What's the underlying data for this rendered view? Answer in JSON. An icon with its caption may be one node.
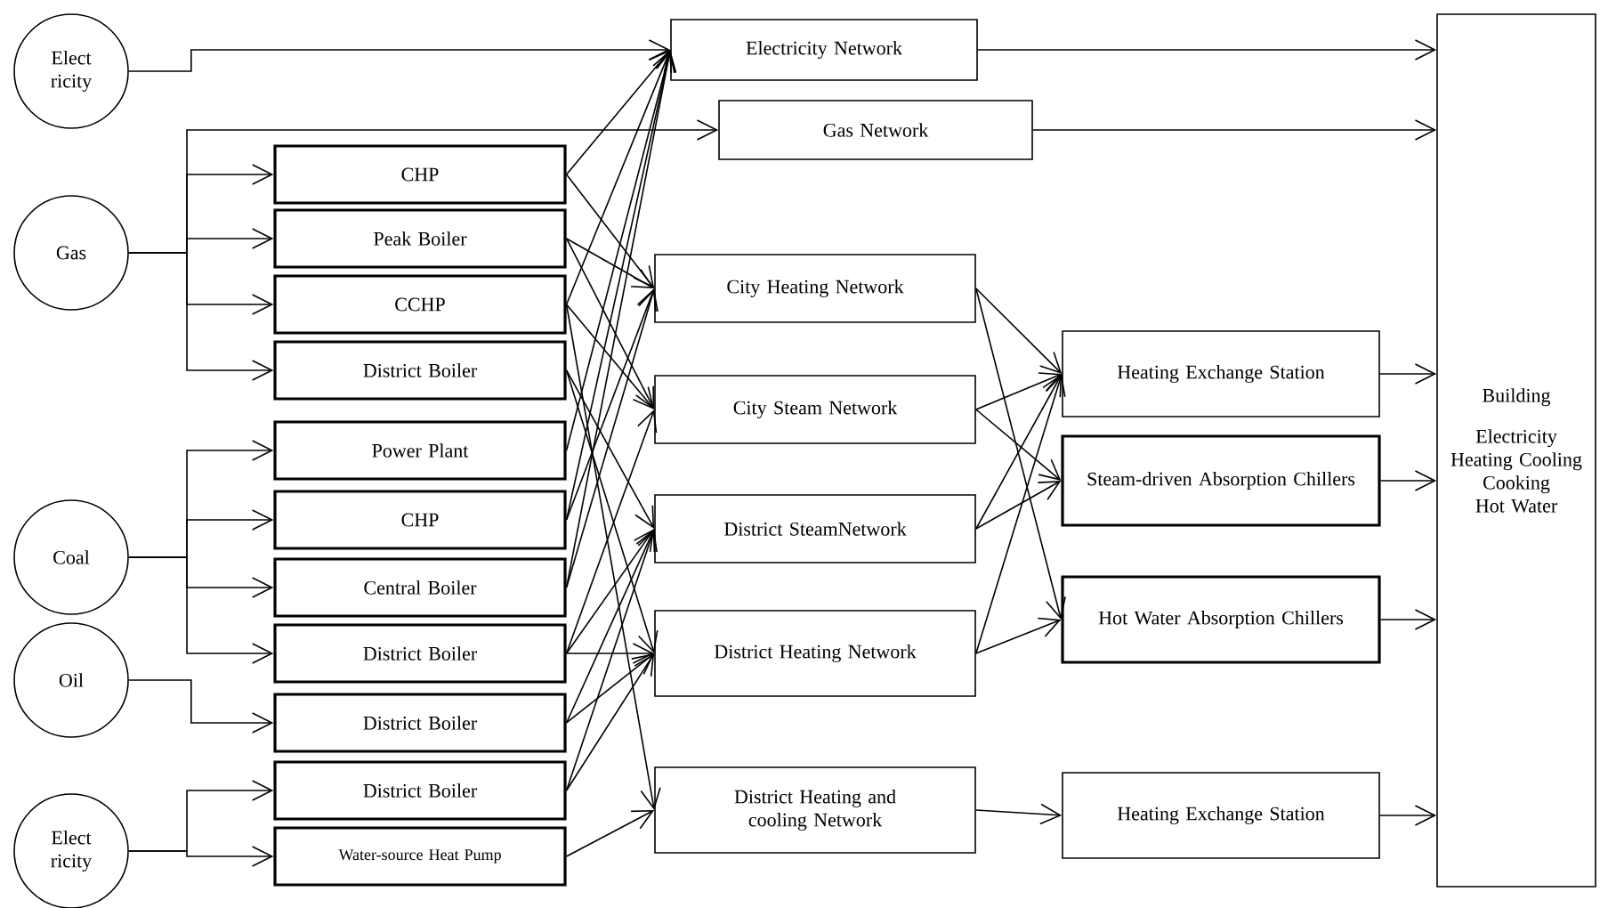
{
  "diagram": {
    "nodes": [
      {
        "text": [
          "Elect ricity"
        ]
      },
      {
        "text": [
          "Gas"
        ]
      },
      {
        "text": [
          "Coal"
        ]
      },
      {
        "text": [
          "Oil"
        ]
      },
      {
        "text": [
          "Elect ricity"
        ]
      },
      {
        "text": [
          "CHP"
        ]
      },
      {
        "text": [
          "Peak Boiler"
        ]
      },
      {
        "text": [
          "CCHP"
        ]
      },
      {
        "text": [
          "District Boiler"
        ]
      },
      {
        "text": [
          "Power Plant"
        ]
      },
      {
        "text": [
          "CHP"
        ]
      },
      {
        "text": [
          "Central Boiler"
        ]
      },
      {
        "text": [
          "District Boiler"
        ]
      },
      {
        "text": [
          "District Boiler"
        ]
      },
      {
        "text": [
          "District Boiler"
        ]
      },
      {
        "text": [
          "Water-source Heat Pump"
        ]
      },
      {
        "text": [
          "Electricity Network"
        ]
      },
      {
        "text": [
          "Gas Network"
        ]
      },
      {
        "text": [
          "City Heating Network"
        ]
      },
      {
        "text": [
          "City Steam Network"
        ]
      },
      {
        "text": [
          "District SteamNetwork"
        ]
      },
      {
        "text": [
          "District Heating Network"
        ]
      },
      {
        "text": [
          "District Heating and cooling Network"
        ]
      },
      {
        "text": [
          "Heating Exchange Station"
        ]
      },
      {
        "text": [
          "Steam-driven Absorption Chillers"
        ]
      },
      {
        "text": [
          "Hot Water Absorption Chillers"
        ]
      },
      {
        "text": [
          "Heating Exchange Station"
        ]
      },
      {
        "text": [
          "Building",
          "Electricity Heating Cooling Cooking Hot Water"
        ]
      }
    ],
    "edges": [
      {
        "from": 0,
        "to": 16,
        "arrow": "to"
      },
      {
        "from": 1,
        "to": 17,
        "arrow": "to"
      },
      {
        "from": 1,
        "to": 5,
        "arrow": "to"
      },
      {
        "from": 1,
        "to": 6,
        "arrow": "to"
      },
      {
        "from": 1,
        "to": 7,
        "arrow": "to"
      },
      {
        "from": 1,
        "to": 8,
        "arrow": "to"
      },
      {
        "from": 2,
        "to": 9,
        "arrow": "to"
      },
      {
        "from": 2,
        "to": 10,
        "arrow": "to"
      },
      {
        "from": 2,
        "to": 11,
        "arrow": "to"
      },
      {
        "from": 2,
        "to": 12,
        "arrow": "to"
      },
      {
        "from": 3,
        "to": 13,
        "arrow": "to"
      },
      {
        "from": 4,
        "to": 14,
        "arrow": "to"
      },
      {
        "from": 4,
        "to": 15,
        "arrow": "to"
      },
      {
        "from": 5,
        "to": 16,
        "arrow": "to"
      },
      {
        "from": 7,
        "to": 16,
        "arrow": "to"
      },
      {
        "from": 9,
        "to": 16,
        "arrow": "to"
      },
      {
        "from": 10,
        "to": 16,
        "arrow": "to"
      },
      {
        "from": 11,
        "to": 16,
        "arrow": "to"
      },
      {
        "from": 5,
        "to": 18,
        "arrow": "to"
      },
      {
        "from": 6,
        "to": 18,
        "arrow": "to"
      },
      {
        "from": 10,
        "to": 18,
        "arrow": "to"
      },
      {
        "from": 11,
        "to": 18,
        "arrow": "to"
      },
      {
        "from": 6,
        "to": 19,
        "arrow": "to"
      },
      {
        "from": 7,
        "to": 19,
        "arrow": "to"
      },
      {
        "from": 12,
        "to": 19,
        "arrow": "to"
      },
      {
        "from": 8,
        "to": 20,
        "arrow": "to"
      },
      {
        "from": 12,
        "to": 20,
        "arrow": "to"
      },
      {
        "from": 13,
        "to": 20,
        "arrow": "to"
      },
      {
        "from": 14,
        "to": 20,
        "arrow": "to"
      },
      {
        "from": 8,
        "to": 21,
        "arrow": "to"
      },
      {
        "from": 12,
        "to": 21,
        "arrow": "to"
      },
      {
        "from": 13,
        "to": 21,
        "arrow": "to"
      },
      {
        "from": 14,
        "to": 21,
        "arrow": "to"
      },
      {
        "from": 7,
        "to": 22,
        "arrow": "to"
      },
      {
        "from": 15,
        "to": 22,
        "arrow": "to"
      },
      {
        "from": 18,
        "to": 23,
        "arrow": "to"
      },
      {
        "from": 18,
        "to": 25,
        "arrow": "to"
      },
      {
        "from": 19,
        "to": 23,
        "arrow": "to"
      },
      {
        "from": 19,
        "to": 24,
        "arrow": "to"
      },
      {
        "from": 20,
        "to": 23,
        "arrow": "to"
      },
      {
        "from": 20,
        "to": 24,
        "arrow": "to"
      },
      {
        "from": 21,
        "to": 23,
        "arrow": "to"
      },
      {
        "from": 21,
        "to": 25,
        "arrow": "to"
      },
      {
        "from": 22,
        "to": 26,
        "arrow": "to"
      },
      {
        "from": 16,
        "to": 27,
        "arrow": "to"
      },
      {
        "from": 17,
        "to": 27,
        "arrow": "to"
      },
      {
        "from": 23,
        "to": 27,
        "arrow": "to"
      },
      {
        "from": 24,
        "to": 27,
        "arrow": "to"
      },
      {
        "from": 25,
        "to": 27,
        "arrow": "to"
      },
      {
        "from": 26,
        "to": 27,
        "arrow": "to"
      }
    ]
  }
}
